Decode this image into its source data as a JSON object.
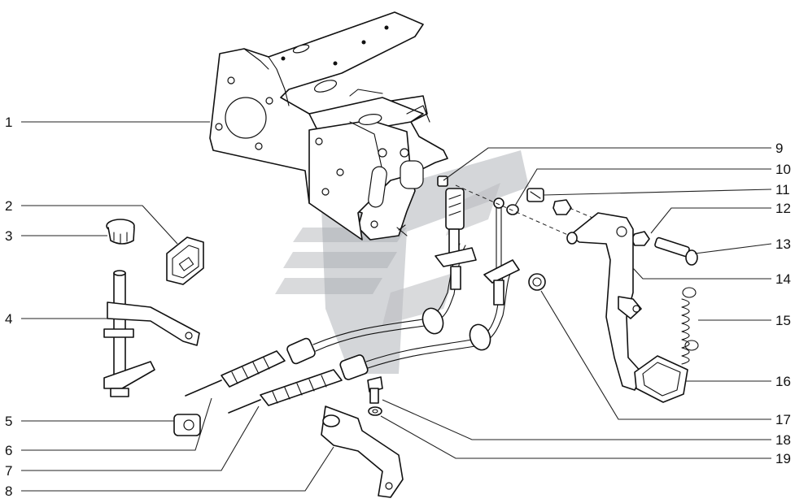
{
  "callouts": [
    {
      "num": "1"
    },
    {
      "num": "2"
    },
    {
      "num": "3"
    },
    {
      "num": "4"
    },
    {
      "num": "5"
    },
    {
      "num": "6"
    },
    {
      "num": "7"
    },
    {
      "num": "8"
    },
    {
      "num": "9"
    },
    {
      "num": "10"
    },
    {
      "num": "11"
    },
    {
      "num": "12"
    },
    {
      "num": "13"
    },
    {
      "num": "14"
    },
    {
      "num": "15"
    },
    {
      "num": "16"
    },
    {
      "num": "17"
    },
    {
      "num": "18"
    },
    {
      "num": "19"
    }
  ],
  "watermark": {
    "color": "#b9bcc0"
  }
}
